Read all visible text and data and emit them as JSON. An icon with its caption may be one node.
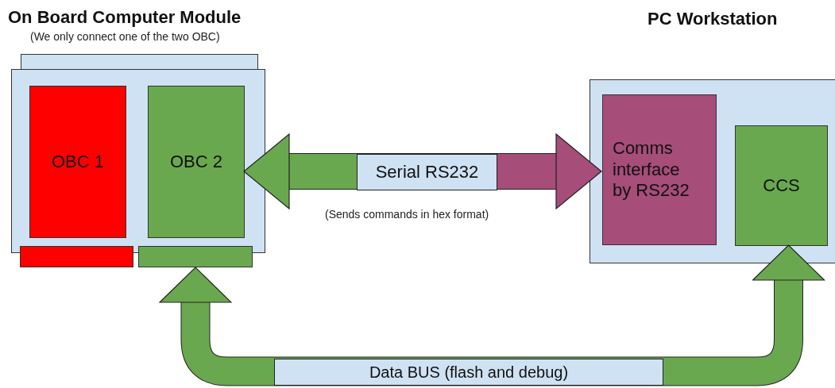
{
  "diagram": {
    "nodes": [
      {
        "text": [
          "On Board Computer Module",
          "(We only connect one of the two OBC)"
        ]
      },
      {
        "text": [],
        "shape": "bar"
      },
      {
        "text": [
          "OBC 1"
        ],
        "in": 0
      },
      {
        "text": [
          "OBC 2"
        ],
        "in": 0
      },
      {
        "text": [],
        "shape": "bar"
      },
      {
        "text": [],
        "shape": "bar"
      },
      {
        "text": [
          "PC Workstation"
        ]
      },
      {
        "text": [
          "Comms interface by RS232"
        ],
        "in": 6
      },
      {
        "text": [
          "CCS"
        ],
        "in": 6
      }
    ],
    "edges": [
      {
        "from": 3,
        "to": 7,
        "arrow": "both",
        "label": "Serial RS232",
        "color": "#a64d79"
      },
      {
        "from": 5,
        "to": 8,
        "arrow": "both",
        "label": "Data BUS (flash and debug)"
      }
    ],
    "labels": [
      "(Sends commands in hex format)"
    ]
  }
}
